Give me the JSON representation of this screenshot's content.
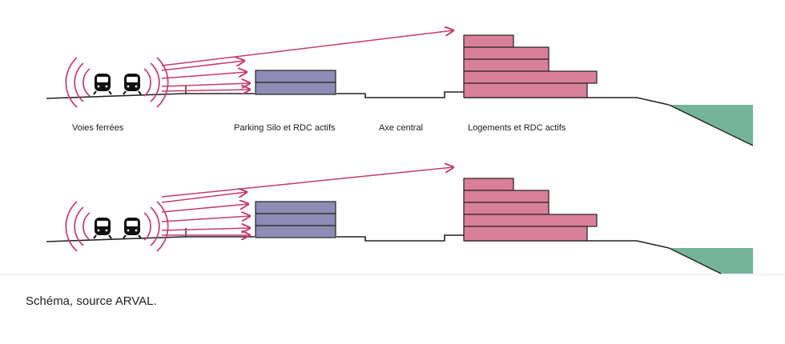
{
  "labels": {
    "tracks": "Voies ferrées",
    "parking": "Parking Silo et RDC actifs",
    "axis": "Axe central",
    "housing": "Logements et RDC actifs"
  },
  "caption": "Schéma, source ARVAL.",
  "colors": {
    "wave": "#c43b6f",
    "arrow": "#c43b6f",
    "parking_fill": "#8e8cb5",
    "housing_fill": "#d97f99",
    "water_fill": "#74b59a",
    "ground": "#222222",
    "divider": "#e6e6e6"
  }
}
